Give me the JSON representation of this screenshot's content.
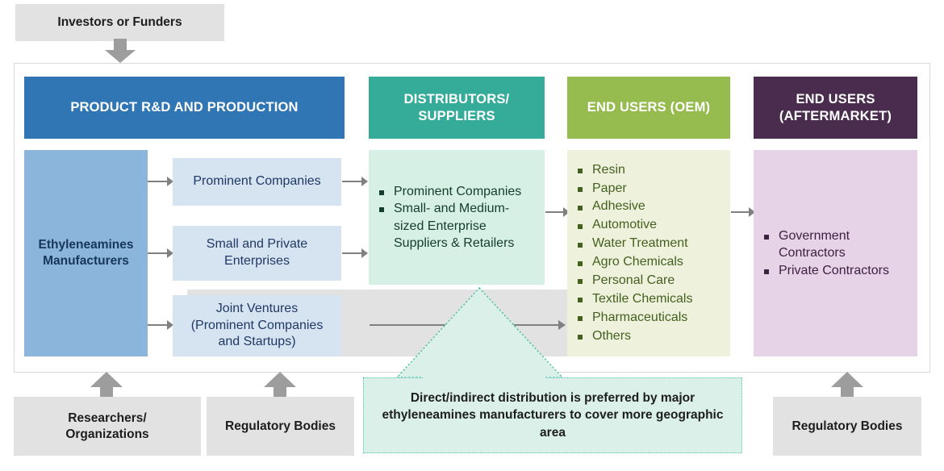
{
  "top": {
    "investors_label": "Investors or Funders"
  },
  "columns": {
    "production": {
      "header": "PRODUCT R&D AND PRODUCTION",
      "header_color": "#3076b4",
      "manufacturers": "Ethyleneamines\nManufacturers",
      "nodes": [
        "Prominent Companies",
        "Small and Private\nEnterprises",
        "Joint Ventures\n(Prominent Companies\nand Startups)"
      ]
    },
    "distributors": {
      "header": "DISTRIBUTORS/\nSUPPLIERS",
      "header_color": "#35ab99",
      "items": [
        "Prominent Companies",
        "Small- and Medium-sized Enterprise Suppliers & Retailers"
      ]
    },
    "end_users_oem": {
      "header": "END USERS (OEM)",
      "header_color": "#96bb4f",
      "items": [
        "Resin",
        "Paper",
        "Adhesive",
        "Automotive",
        "Water Treatment",
        "Agro Chemicals",
        "Personal Care",
        "Textile Chemicals",
        "Pharmaceuticals",
        "Others"
      ]
    },
    "end_users_aftermarket": {
      "header": "END USERS\n(AFTERMARKET)",
      "header_color": "#4a2d4e",
      "items": [
        "Government Contractors",
        "Private Contractors"
      ]
    }
  },
  "callout": {
    "text": "Direct/indirect distribution is preferred by major ethyleneamines manufacturers to cover more geographic area",
    "fill": "#daf0e8",
    "border": "#4fc2a8"
  },
  "bottom": {
    "researchers": "Researchers/\nOrganizations",
    "regulatory_left": "Regulatory Bodies",
    "regulatory_right": "Regulatory Bodies"
  },
  "icons": {
    "down_arrow": "down-arrow-icon",
    "up_arrow": "up-arrow-icon",
    "right_arrow": "right-arrow-icon"
  }
}
